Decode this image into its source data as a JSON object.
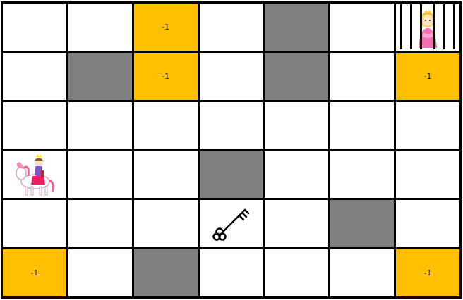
{
  "grid": {
    "rows": 6,
    "cols": 7,
    "colors": {
      "empty": "#ffffff",
      "wall": "#808080",
      "penalty": "#ffc000",
      "border": "#000000"
    },
    "cells": [
      [
        "empty",
        "empty",
        "penalty",
        "empty",
        "wall",
        "empty",
        "princess"
      ],
      [
        "empty",
        "wall",
        "penalty",
        "empty",
        "wall",
        "empty",
        "penalty"
      ],
      [
        "empty",
        "empty",
        "empty",
        "empty",
        "empty",
        "empty",
        "empty"
      ],
      [
        "prince",
        "empty",
        "empty",
        "wall",
        "empty",
        "empty",
        "empty"
      ],
      [
        "empty",
        "empty",
        "empty",
        "key",
        "empty",
        "wall",
        "empty"
      ],
      [
        "penalty",
        "empty",
        "wall",
        "empty",
        "empty",
        "empty",
        "penalty"
      ]
    ],
    "penalty_label": "-1"
  },
  "pieces": {
    "princess": {
      "icon": "princess-in-cage-icon"
    },
    "prince": {
      "icon": "prince-on-horse-icon"
    },
    "key": {
      "icon": "key-icon"
    }
  }
}
